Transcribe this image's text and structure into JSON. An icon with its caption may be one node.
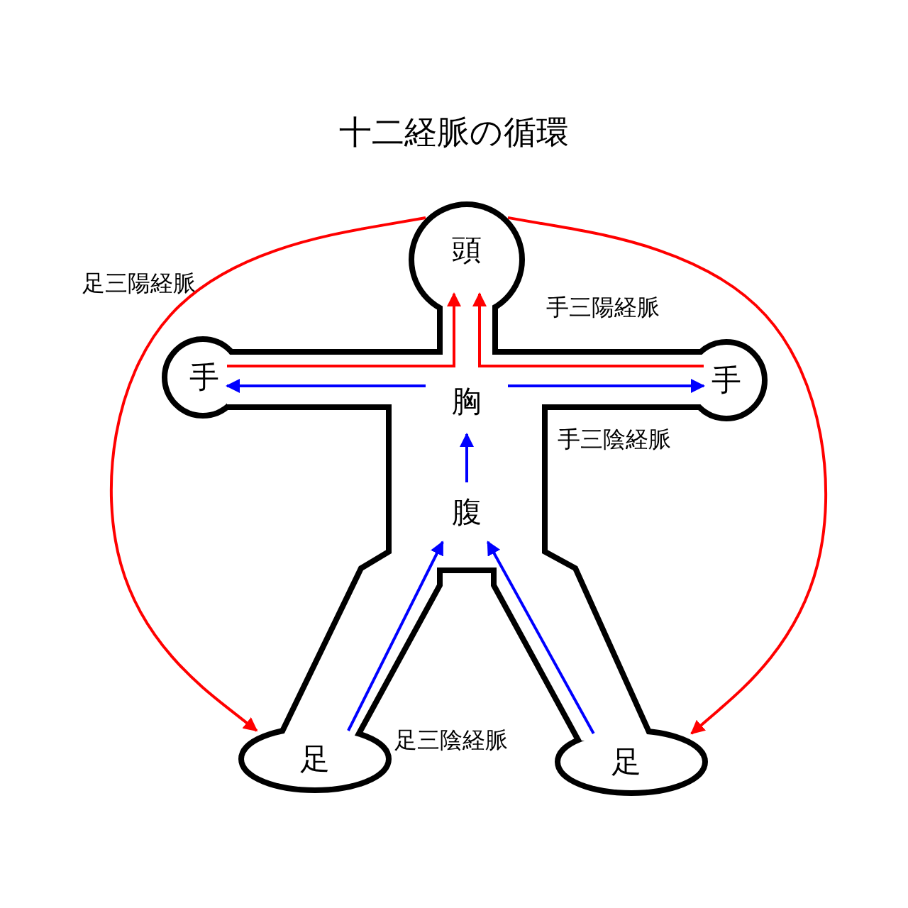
{
  "diagram": {
    "title": "十二経脈の循環",
    "nodes": [
      {
        "text": [
          "頭"
        ]
      },
      {
        "text": [
          "手"
        ]
      },
      {
        "text": [
          "手"
        ]
      },
      {
        "text": [
          "胸"
        ]
      },
      {
        "text": [
          "腹"
        ]
      },
      {
        "text": [
          "足"
        ]
      },
      {
        "text": [
          "足"
        ]
      }
    ],
    "edges": [
      {
        "from": 1,
        "to": 0,
        "arrow": "to",
        "color": "#ff0000"
      },
      {
        "from": 2,
        "to": 0,
        "arrow": "to",
        "color": "#ff0000"
      },
      {
        "from": 3,
        "to": 1,
        "arrow": "to"
      },
      {
        "from": 3,
        "to": 2,
        "arrow": "to"
      },
      {
        "from": 4,
        "to": 3,
        "arrow": "to"
      },
      {
        "from": 5,
        "to": 4,
        "arrow": "to"
      },
      {
        "from": 6,
        "to": 4,
        "arrow": "to"
      },
      {
        "from": 0,
        "to": 5,
        "arrow": "to",
        "color": "#ff0000"
      },
      {
        "from": 0,
        "to": 6,
        "arrow": "to",
        "color": "#ff0000"
      }
    ],
    "labels": [
      "足三陽経脈",
      "手三陽経脈",
      "手三陰経脈",
      "足三陰経脈"
    ]
  }
}
